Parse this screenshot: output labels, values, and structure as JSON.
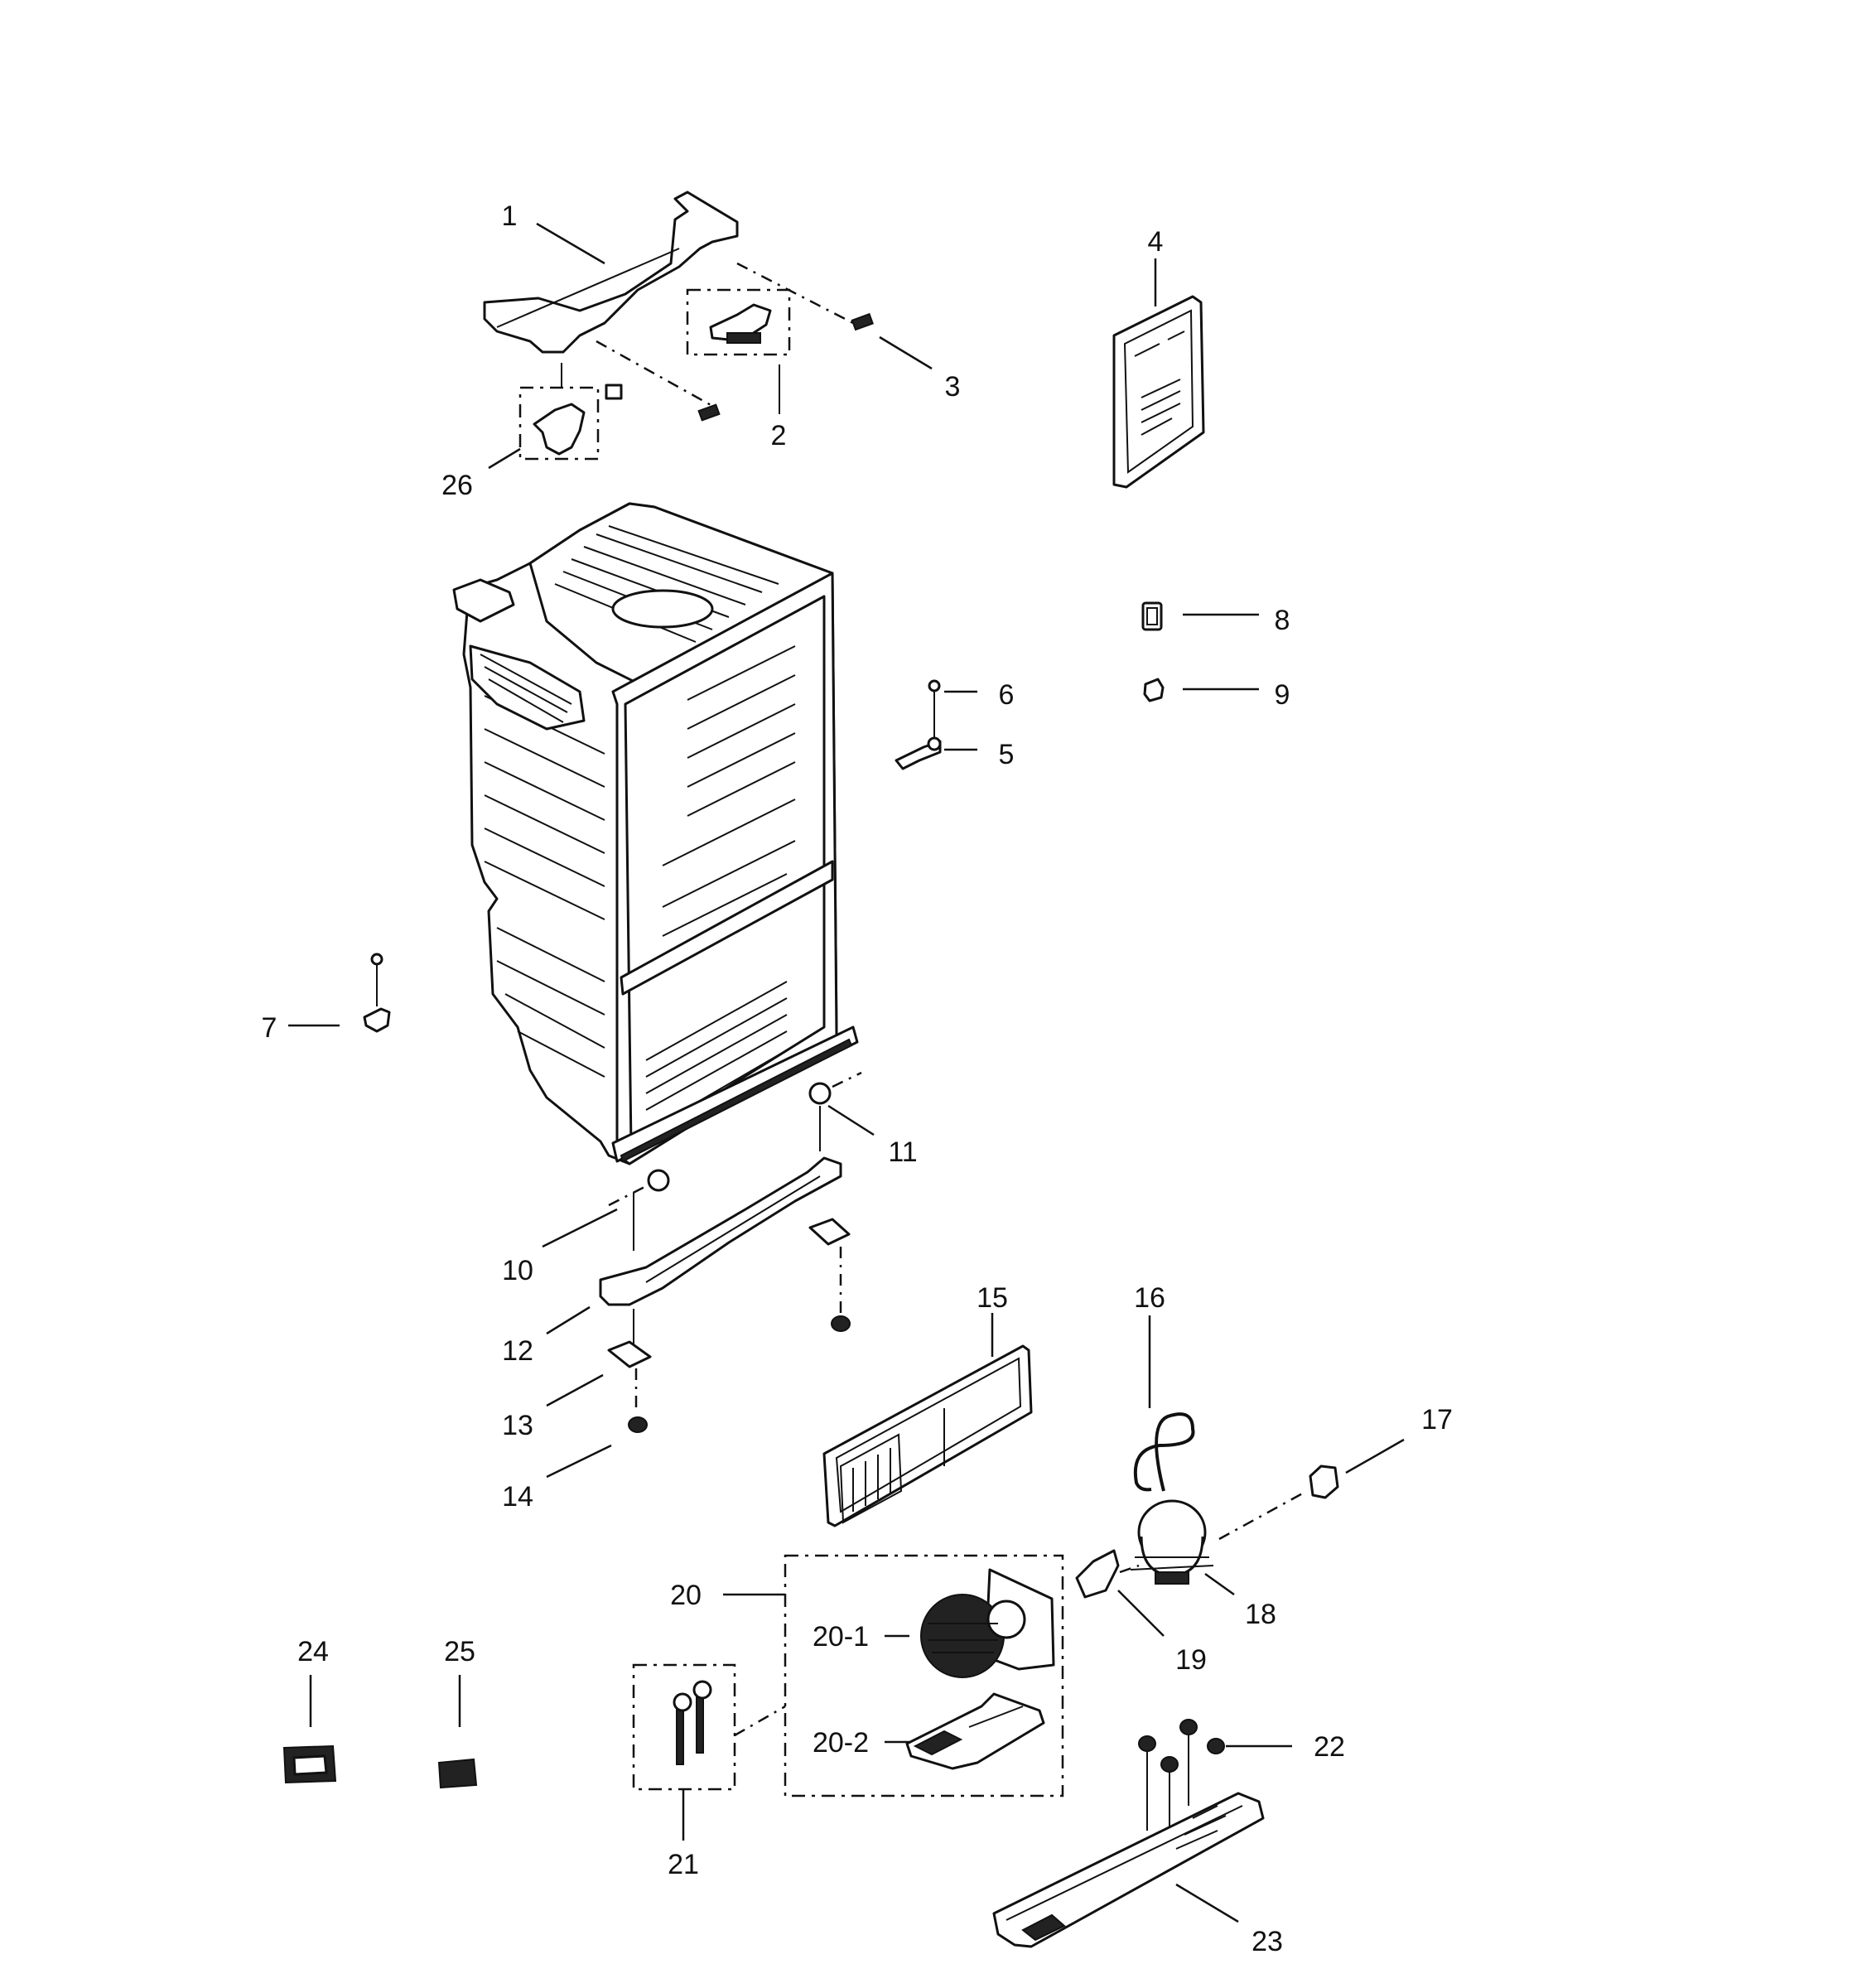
{
  "labels": {
    "l1": "1",
    "l2": "2",
    "l3": "3",
    "l4": "4",
    "l5": "5",
    "l6": "6",
    "l7": "7",
    "l8": "8",
    "l9": "9",
    "l10": "10",
    "l11": "11",
    "l12": "12",
    "l13": "13",
    "l14": "14",
    "l15": "15",
    "l16": "16",
    "l17": "17",
    "l18": "18",
    "l19": "19",
    "l20": "20",
    "l20_1": "20-1",
    "l20_2": "20-2",
    "l21": "21",
    "l22": "22",
    "l23": "23",
    "l24": "24",
    "l25": "25",
    "l26": "26"
  }
}
